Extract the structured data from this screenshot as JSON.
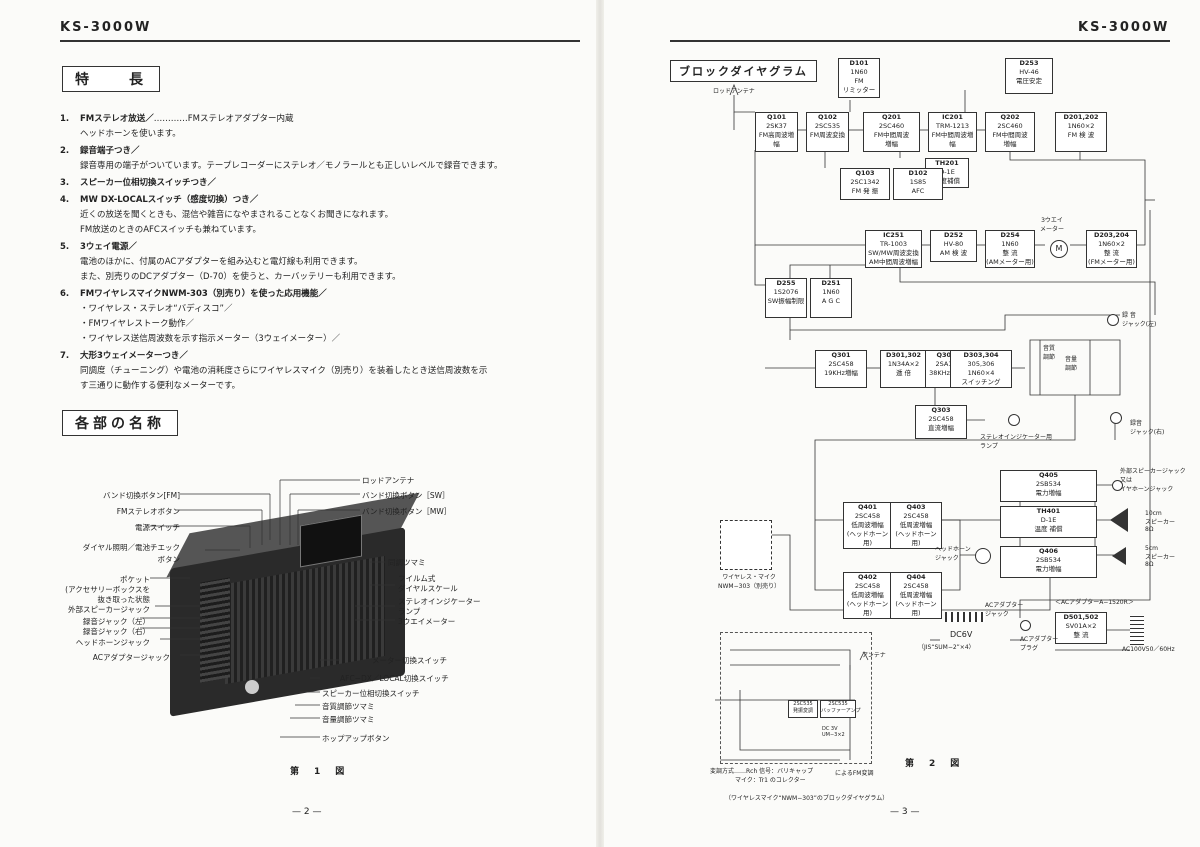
{
  "model": "KS-3000W",
  "left": {
    "features_heading": "特　　長",
    "features": [
      {
        "n": "1.",
        "title": "FMステレオ放送／",
        "rest": "…………FMステレオアダプター内蔵",
        "lines": [
          "ヘッドホーンを使います。"
        ]
      },
      {
        "n": "2.",
        "title": "録音端子つき／",
        "rest": "",
        "lines": [
          "録音専用の端子がついています。テープレコーダーにステレオ／モノラールとも正しいレベルで録音できます。"
        ]
      },
      {
        "n": "3.",
        "title": "スピーカー位相切換スイッチつき／",
        "rest": "",
        "lines": []
      },
      {
        "n": "4.",
        "title": "MW DX-LOCALスイッチ（感度切換）つき／",
        "rest": "",
        "lines": [
          "近くの放送を聞くときも、混信や雑音になやまされることなくお聞きになれます。",
          "FM放送のときのAFCスイッチも兼ねています。"
        ]
      },
      {
        "n": "5.",
        "title": "3ウェイ電源／",
        "rest": "",
        "lines": [
          "電池のほかに、付属のACアダプターを組み込むと電灯線も利用できます。",
          "また、別売りのDCアダプター（D-70）を使うと、カーバッテリーも利用できます。"
        ]
      },
      {
        "n": "6.",
        "title": "FMワイヤレスマイクNWM-303（別売り）を使った応用機能／",
        "rest": "",
        "lines": [
          "・ワイヤレス・ステレオ“バディスコ”／",
          "・FMワイヤレストーク動作／",
          "・ワイヤレス送信周波数を示す指示メーター（3ウェイメーター）／"
        ]
      },
      {
        "n": "7.",
        "title": "大形3ウェイメーターつき／",
        "rest": "",
        "lines": [
          "同調度（チューニング）や電池の消耗度さらにワイヤレスマイク（別売り）を装着したとき送信周波数を示",
          "す三通りに動作する便利なメーターです。"
        ]
      }
    ],
    "parts_heading": "各部の名称",
    "labels_left": [
      "バンド切換ボタン[FM]",
      "FMステレオボタン",
      "電源スイッチ",
      "ダイヤル照明／電池チエック",
      "ボタン",
      "ポケット",
      "(アクセサリーボックスを",
      "抜き取った状態",
      "外部スピーカージャック",
      "録音ジャック（左）",
      "録音ジャック（右）",
      "ヘッドホーンジャック",
      "ACアダプタージャック"
    ],
    "labels_right": [
      "ロッドアンテナ",
      "バンド切換ボタン［SW］",
      "バンド切換ボタン［MW］",
      "同調ツマミ",
      "フイルム式",
      "ダイヤルスケール",
      "ステレオインジケーター",
      "ランプ",
      "3ウエイメーター",
      "メーター切換スイッチ",
      "AFC−DX／LOCAL切換スイッチ",
      "スピーカー位相切換スイッチ",
      "音質調節ツマミ",
      "音量調節ツマミ",
      "ホップアップボタン"
    ],
    "figure_caption": "第　1　図",
    "page_number": "— 2 —"
  },
  "right": {
    "heading": "ブロックダイヤグラム",
    "antenna_label": "ロッドアンテナ",
    "blocks": [
      {
        "id": "d101",
        "lines": [
          "D101",
          "1N60",
          "FM",
          "リミッター"
        ]
      },
      {
        "id": "d253",
        "lines": [
          "D253",
          "HV-46",
          "電圧安定"
        ]
      },
      {
        "id": "q101",
        "lines": [
          "Q101",
          "2SK37",
          "FM高周波増幅"
        ]
      },
      {
        "id": "q102",
        "lines": [
          "Q102",
          "2SC535",
          "FM周波変換"
        ]
      },
      {
        "id": "q201",
        "lines": [
          "Q201",
          "2SC460",
          "FM中間周波",
          "増幅"
        ]
      },
      {
        "id": "ic201",
        "lines": [
          "IC201",
          "TRM-1213",
          "FM中間周波増幅"
        ]
      },
      {
        "id": "q202",
        "lines": [
          "Q202",
          "2SC460",
          "FM中間周波",
          "増幅"
        ]
      },
      {
        "id": "d201",
        "lines": [
          "D201,202",
          "1N60×2",
          "FM 検 波"
        ]
      },
      {
        "id": "th201",
        "lines": [
          "TH201",
          "D-1E",
          "温度補償"
        ]
      },
      {
        "id": "q103",
        "lines": [
          "Q103",
          "2SC1342",
          "FM 発 振"
        ]
      },
      {
        "id": "d102",
        "lines": [
          "D102",
          "1S85",
          "AFC"
        ]
      },
      {
        "id": "ic251",
        "lines": [
          "IC251",
          "TR-1003",
          "SW/MW周波変換",
          "AM中間周波増幅"
        ]
      },
      {
        "id": "d252",
        "lines": [
          "D252",
          "HV-80",
          "AM 検 波"
        ]
      },
      {
        "id": "d254",
        "lines": [
          "D254",
          "1N60",
          "整 流",
          "(AMメーター用)"
        ]
      },
      {
        "id": "d203",
        "lines": [
          "D203,204",
          "1N60×2",
          "整 流",
          "(FMメーター用)"
        ]
      },
      {
        "id": "d255",
        "lines": [
          "D255",
          "1S2076",
          "SW振幅制限"
        ]
      },
      {
        "id": "d251",
        "lines": [
          "D251",
          "1N60",
          "A G C"
        ]
      },
      {
        "id": "q301",
        "lines": [
          "Q301",
          "2SC458",
          "19KHz増幅"
        ]
      },
      {
        "id": "d301",
        "lines": [
          "D301,302",
          "1N34A×2",
          "逓 倍"
        ]
      },
      {
        "id": "q302",
        "lines": [
          "Q302",
          "2SA12",
          "38KHz増幅"
        ]
      },
      {
        "id": "d303",
        "lines": [
          "D303,304",
          "305,306",
          "1N60×4",
          "スイッチング"
        ]
      },
      {
        "id": "q303",
        "lines": [
          "Q303",
          "2SC458",
          "直流増幅"
        ]
      },
      {
        "id": "q405",
        "lines": [
          "Q405",
          "2SB534",
          "電力増幅"
        ]
      },
      {
        "id": "th401",
        "lines": [
          "TH401",
          "D-1E",
          "温度 補償"
        ]
      },
      {
        "id": "q406",
        "lines": [
          "Q406",
          "2SB534",
          "電力増幅"
        ]
      },
      {
        "id": "q401",
        "lines": [
          "Q401",
          "2SC458",
          "低周波増幅",
          "(ヘッドホーン用)"
        ]
      },
      {
        "id": "q403",
        "lines": [
          "Q403",
          "2SC458",
          "低周波増幅",
          "(ヘッドホーン用)"
        ]
      },
      {
        "id": "q402",
        "lines": [
          "Q402",
          "2SC458",
          "低周波増幅",
          "(ヘッドホーン用)"
        ]
      },
      {
        "id": "q404",
        "lines": [
          "Q404",
          "2SC458",
          "低周波増幅",
          "(ヘッドホーン用)"
        ]
      },
      {
        "id": "d501",
        "lines": [
          "D501,502",
          "SV01A×2",
          "整 流"
        ]
      }
    ],
    "misc": {
      "meter": "3ウエイ\nメーター",
      "rec_jack_l": "録 音\nジャック(左)",
      "rec_jack_r": "録音\nジャック(右)",
      "tone": "音質\n調節",
      "volume": "音量\n調節",
      "stereo_lamp": "ステレオインジケーター用\nランプ",
      "ext_speaker": "外部スピーカージャック\n又は\nイヤホーンジャック",
      "sp1": "10cm\nスピーカー\n8Ω",
      "sp2": "5cm\nスピーカー\n8Ω",
      "headphone_jack": "ヘッドホーン\nジャック",
      "wireless_mic": "ワイヤレス・マイク\nNWM−303（別売り）",
      "ac_adapter_title": "＜ACアダプターA−1520R＞",
      "ac_jack": "ACアダプター\nジャック",
      "ac_plug": "ACアダプター\nプラグ",
      "dc6v": "DC6V",
      "jis": "（JIS“SUM−2”×4）",
      "ac100": "AC100V50／60Hz",
      "antenna": "アンテナ",
      "wireless_note1": "変調方式……Rch 信号：バリキャップ",
      "wireless_note2": "マイク：Tr1 のコレクター",
      "wireless_note3": "によるFM変調",
      "wireless_caption": "（ワイヤレスマイク“NWM−303”のブロックダイヤグラム）",
      "mini_2sc535a": "2SC535\n発振変調",
      "mini_2sc535b": "2SC535\nバッファーアンプ",
      "mini_dc": "DC 3V\nUM−3×2"
    },
    "figure_caption": "第　2　図",
    "page_number": "— 3 —"
  }
}
